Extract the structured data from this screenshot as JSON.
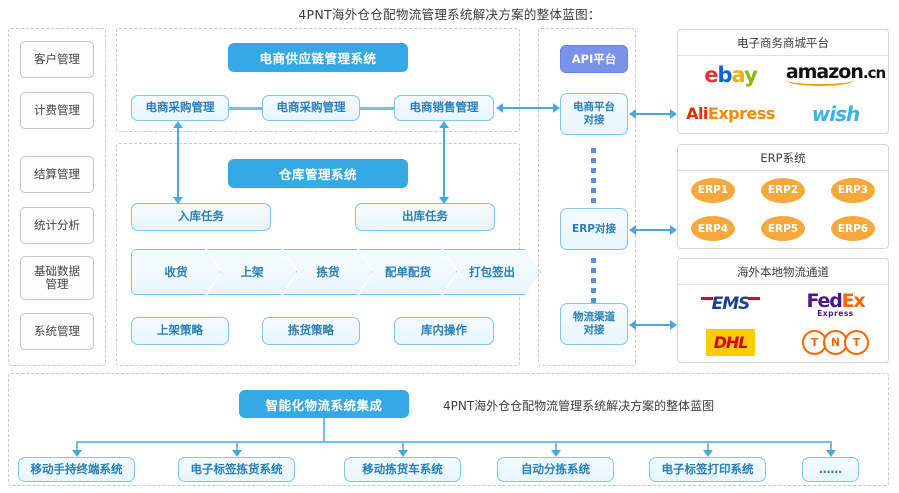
{
  "title": "4PNT海外仓仓配物流管理系统解决方案的整体蓝图：",
  "sidebar": {
    "items": [
      {
        "label": "客户管理"
      },
      {
        "label": "计费管理"
      },
      {
        "label": "结算管理"
      },
      {
        "label": "统计分析"
      },
      {
        "label": "基础数据\n管理"
      },
      {
        "label": "系统管理"
      }
    ]
  },
  "supply_chain": {
    "header": "电商供应链管理系统",
    "modules": [
      {
        "label": "电商采购管理"
      },
      {
        "label": "电商采购管理"
      },
      {
        "label": "电商销售管理"
      }
    ]
  },
  "warehouse": {
    "header": "仓库管理系统",
    "tasks": [
      {
        "label": "入库任务"
      },
      {
        "label": "出库任务"
      }
    ],
    "process": [
      {
        "label": "收货"
      },
      {
        "label": "上架"
      },
      {
        "label": "拣货"
      },
      {
        "label": "配单配货"
      },
      {
        "label": "打包签出"
      }
    ],
    "strategies": [
      {
        "label": "上架策略"
      },
      {
        "label": "拣货策略"
      },
      {
        "label": "库内操作"
      }
    ]
  },
  "api": {
    "header": "API平台",
    "connectors": [
      {
        "label": "电商平台\n对接"
      },
      {
        "label": "ERP对接"
      },
      {
        "label": "物流渠道\n对接"
      }
    ]
  },
  "panels": [
    {
      "title": "电子商务商城平台",
      "logos": [
        "ebay",
        "amazon.cn",
        "AliExpress",
        "wish"
      ]
    },
    {
      "title": "ERP系统",
      "logos": [
        "ERP1",
        "ERP2",
        "ERP3",
        "ERP4",
        "ERP5",
        "ERP6"
      ]
    },
    {
      "title": "海外本地物流通道",
      "logos": [
        "EMS",
        "FedEx Express",
        "DHL",
        "TNT"
      ]
    }
  ],
  "bottom": {
    "header": "智能化物流系统集成",
    "caption": "4PNT海外仓仓配物流管理系统解决方案的整体蓝图",
    "items": [
      {
        "label": "移动手持终端系统"
      },
      {
        "label": "电子标签拣货系统"
      },
      {
        "label": "移动拣货车系统"
      },
      {
        "label": "自动分拣系统"
      },
      {
        "label": "电子标签打印系统"
      },
      {
        "label": "……"
      }
    ]
  },
  "colors": {
    "blue_header": "#34a9e6",
    "light_blue_border": "#7ec6ee",
    "light_blue_text": "#2a7fb8",
    "api_purple": "#7a93e8",
    "erp_orange": "#f5a93c",
    "arrow": "#4aa8e0",
    "dashed_border": "#c9c9c9"
  }
}
